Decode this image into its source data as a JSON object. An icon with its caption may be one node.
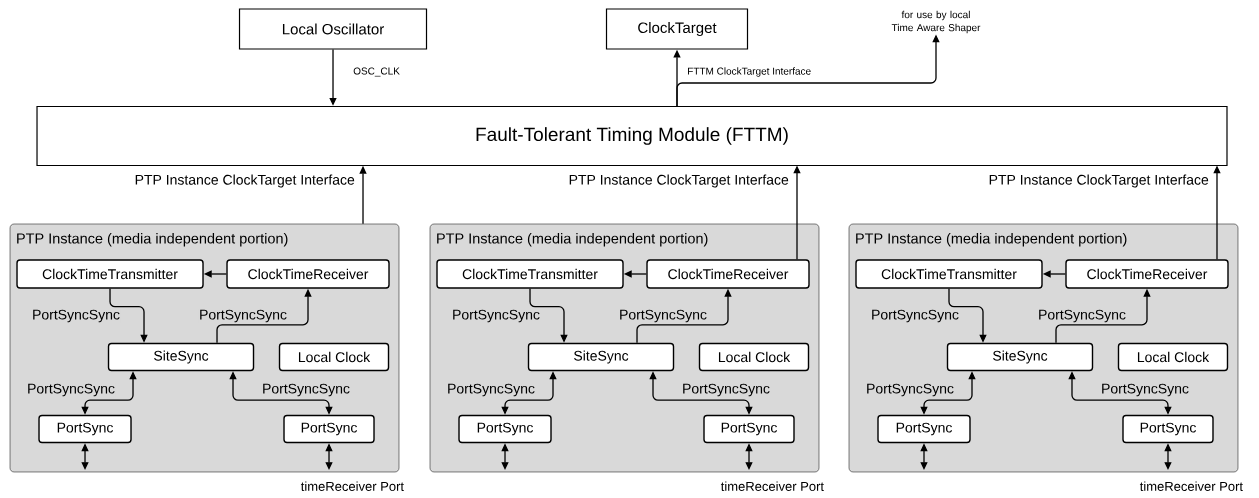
{
  "diagram": {
    "nodes": [
      {
        "text": [
          "Local Oscillator"
        ]
      },
      {
        "text": [
          "ClockTarget"
        ]
      },
      {
        "text": [
          "for use by local Time Aware Shaper"
        ]
      },
      {
        "text": [
          "Fault-Tolerant Timing Module (FTTM)"
        ]
      },
      {
        "text": [
          "PTP Instance (media independent portion)"
        ],
        "beside": [
          "timeReceiver Port"
        ]
      },
      {
        "text": [
          "ClockTimeTransmitter"
        ],
        "in": 4
      },
      {
        "text": [
          "ClockTimeReceiver"
        ],
        "in": 4
      },
      {
        "text": [
          "SiteSync"
        ],
        "in": 4
      },
      {
        "text": [
          "Local Clock"
        ],
        "in": 4
      },
      {
        "text": [
          "PortSync"
        ],
        "in": 4
      },
      {
        "text": [
          "PortSync"
        ],
        "in": 4
      },
      {
        "text": [
          "PTP Instance (media independent portion)"
        ],
        "beside": [
          "timeReceiver Port"
        ]
      },
      {
        "text": [
          "ClockTimeTransmitter"
        ],
        "in": 11
      },
      {
        "text": [
          "ClockTimeReceiver"
        ],
        "in": 11
      },
      {
        "text": [
          "SiteSync"
        ],
        "in": 11
      },
      {
        "text": [
          "Local Clock"
        ],
        "in": 11
      },
      {
        "text": [
          "PortSync"
        ],
        "in": 11
      },
      {
        "text": [
          "PortSync"
        ],
        "in": 11
      },
      {
        "text": [
          "PTP Instance (media independent portion)"
        ],
        "beside": [
          "timeReceiver Port"
        ]
      },
      {
        "text": [
          "ClockTimeTransmitter"
        ],
        "in": 18
      },
      {
        "text": [
          "ClockTimeReceiver"
        ],
        "in": 18
      },
      {
        "text": [
          "SiteSync"
        ],
        "in": 18
      },
      {
        "text": [
          "Local Clock"
        ],
        "in": 18
      },
      {
        "text": [
          "PortSync"
        ],
        "in": 18
      },
      {
        "text": [
          "PortSync"
        ],
        "in": 18
      }
    ],
    "edges": [
      {
        "from": 0,
        "to": 3,
        "arrow": "to",
        "label": "OSC_CLK"
      },
      {
        "from": 3,
        "to": 1,
        "arrow": "to"
      },
      {
        "from": 3,
        "to": 2,
        "arrow": "to",
        "label": "FTTM ClockTarget Interface"
      },
      {
        "from": 4,
        "to": 3,
        "arrow": "to",
        "label": "PTP Instance ClockTarget Interface"
      },
      {
        "from": 6,
        "to": 5,
        "arrow": "to"
      },
      {
        "from": 5,
        "to": 7,
        "arrow": "to",
        "label": "PortSyncSync"
      },
      {
        "from": 7,
        "to": 6,
        "arrow": "to",
        "label": "PortSyncSync"
      },
      {
        "from": 7,
        "to": 9,
        "arrow": "both",
        "label": "PortSyncSync"
      },
      {
        "from": 7,
        "to": 10,
        "arrow": "both",
        "label": "PortSyncSync"
      },
      {
        "from": 9,
        "to": null,
        "arrow": "both"
      },
      {
        "from": 10,
        "to": null,
        "arrow": "both"
      },
      {
        "from": 13,
        "to": 3,
        "arrow": "to",
        "label": "PTP Instance ClockTarget Interface"
      },
      {
        "from": 13,
        "to": 12,
        "arrow": "to"
      },
      {
        "from": 12,
        "to": 14,
        "arrow": "to",
        "label": "PortSyncSync"
      },
      {
        "from": 14,
        "to": 13,
        "arrow": "to",
        "label": "PortSyncSync"
      },
      {
        "from": 14,
        "to": 16,
        "arrow": "both",
        "label": "PortSyncSync"
      },
      {
        "from": 14,
        "to": 17,
        "arrow": "both",
        "label": "PortSyncSync"
      },
      {
        "from": 16,
        "to": null,
        "arrow": "both"
      },
      {
        "from": 17,
        "to": null,
        "arrow": "both"
      },
      {
        "from": 20,
        "to": 3,
        "arrow": "to",
        "label": "PTP Instance ClockTarget Interface"
      },
      {
        "from": 20,
        "to": 19,
        "arrow": "to"
      },
      {
        "from": 19,
        "to": 21,
        "arrow": "to",
        "label": "PortSyncSync"
      },
      {
        "from": 21,
        "to": 20,
        "arrow": "to",
        "label": "PortSyncSync"
      },
      {
        "from": 21,
        "to": 23,
        "arrow": "both",
        "label": "PortSyncSync"
      },
      {
        "from": 21,
        "to": 24,
        "arrow": "both",
        "label": "PortSyncSync"
      },
      {
        "from": 23,
        "to": null,
        "arrow": "both"
      },
      {
        "from": 24,
        "to": null,
        "arrow": "both"
      }
    ]
  }
}
